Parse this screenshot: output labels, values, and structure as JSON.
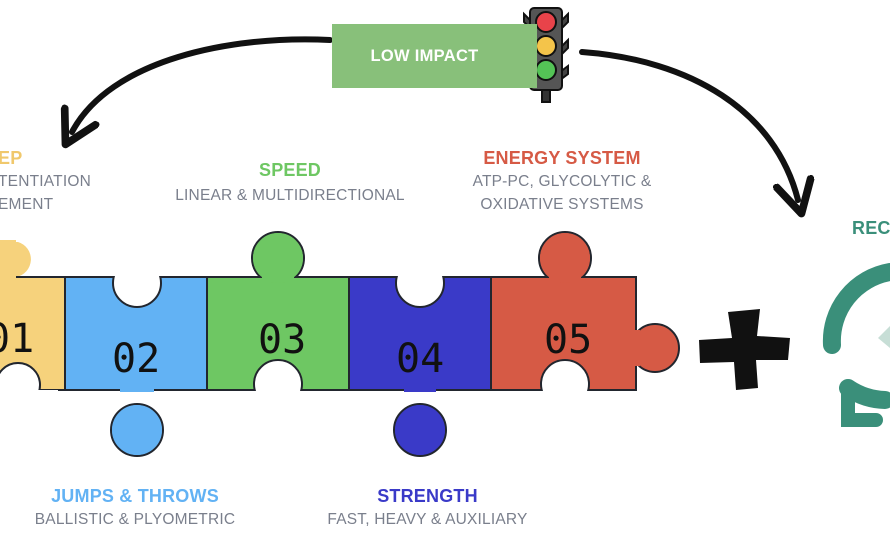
{
  "low_impact": "LOW IMPACT",
  "colors": {
    "prep": "#f6d27c",
    "jumps": "#62b2f4",
    "speed": "#6ec763",
    "strength": "#3a3ac8",
    "energy": "#d65a45",
    "recovery": "#3a8f7a",
    "low_impact_bg": "#88c07a"
  },
  "pieces": [
    {
      "number": "01",
      "color_key": "prep"
    },
    {
      "number": "02",
      "color_key": "jumps"
    },
    {
      "number": "03",
      "color_key": "speed"
    },
    {
      "number": "04",
      "color_key": "strength"
    },
    {
      "number": "05",
      "color_key": "energy"
    }
  ],
  "labels": {
    "prep": {
      "title": "EP",
      "line1": "TENTIATION",
      "line2": "EMENT"
    },
    "speed": {
      "title": "SPEED",
      "line1": "LINEAR & MULTIDIRECTIONAL"
    },
    "energy": {
      "title": "ENERGY SYSTEM",
      "line1": "ATP-PC, GLYCOLYTIC &",
      "line2": "OXIDATIVE SYSTEMS"
    },
    "jumps": {
      "title": "JUMPS & THROWS",
      "line1": "BALLISTIC & PLYOMETRIC"
    },
    "strength": {
      "title": "STRENGTH",
      "line1": "FAST, HEAVY & AUXILIARY"
    },
    "recovery": {
      "title": "REC"
    }
  },
  "icons": [
    "traffic-light-icon",
    "plus-icon",
    "recovery-cycle-icon",
    "curved-arrow-icon"
  ]
}
